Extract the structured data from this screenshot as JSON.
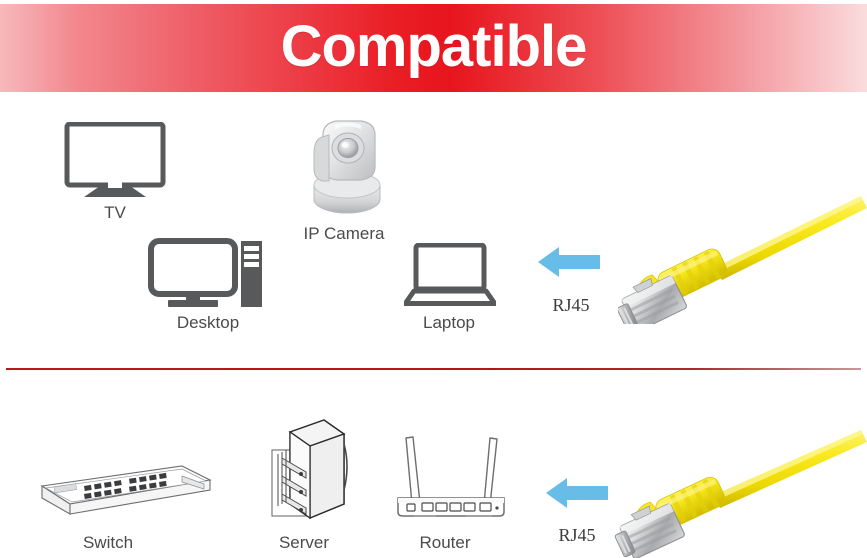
{
  "banner": {
    "title": "Compatible",
    "gradient_start": "#f7b9bc",
    "gradient_center": "#e8151d",
    "gradient_end": "#fbdcdd",
    "text_color": "#ffffff"
  },
  "divider": {
    "color": "#b2171c"
  },
  "theme": {
    "icon_gray": "#58595b",
    "label_gray": "#4b4b4b",
    "arrow_blue": "#67bde8",
    "cable_yellow": "#f5e61a",
    "connector_silver": "#c8c9cb",
    "background": "#ffffff"
  },
  "rows": [
    {
      "id": "top",
      "devices": [
        {
          "id": "tv",
          "label": "TV",
          "icon": "tv-icon"
        },
        {
          "id": "camera",
          "label": "IP Camera",
          "icon": "ip-camera-icon"
        },
        {
          "id": "desktop",
          "label": "Desktop",
          "icon": "desktop-computer-icon"
        },
        {
          "id": "laptop",
          "label": "Laptop",
          "icon": "laptop-icon"
        }
      ],
      "arrow": {
        "icon": "left-arrow-icon",
        "direction": "left"
      },
      "connector_label": "RJ45",
      "cable": {
        "icon": "ethernet-cable-icon",
        "color": "yellow"
      }
    },
    {
      "id": "bottom",
      "devices": [
        {
          "id": "switch",
          "label": "Switch",
          "icon": "network-switch-icon"
        },
        {
          "id": "server",
          "label": "Server",
          "icon": "server-rack-icon"
        },
        {
          "id": "router",
          "label": "Router",
          "icon": "wifi-router-icon"
        }
      ],
      "arrow": {
        "icon": "left-arrow-icon",
        "direction": "left"
      },
      "connector_label": "RJ45",
      "cable": {
        "icon": "ethernet-cable-icon",
        "color": "yellow"
      }
    }
  ]
}
